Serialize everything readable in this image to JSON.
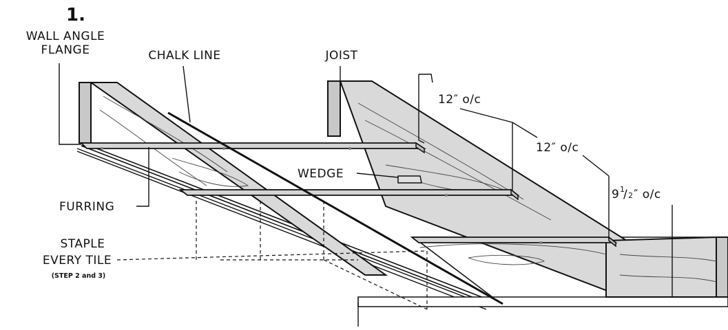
{
  "step_number": "1.",
  "labels": {
    "wall_angle_flange_1": "WALL ANGLE",
    "wall_angle_flange_2": "FLANGE",
    "chalk_line": "CHALK LINE",
    "joist": "JOIST",
    "spacing_1": "12″ o/c",
    "spacing_2": "12″ o/c",
    "spacing_3_whole": "9",
    "spacing_3_num": "1",
    "spacing_3_den": "2",
    "spacing_3_unit": "″ o/c",
    "wedge": "WEDGE",
    "furring": "FURRING",
    "staple_1": "STAPLE",
    "staple_2": "EVERY TILE",
    "staple_note": "(STEP 2 and 3)"
  }
}
